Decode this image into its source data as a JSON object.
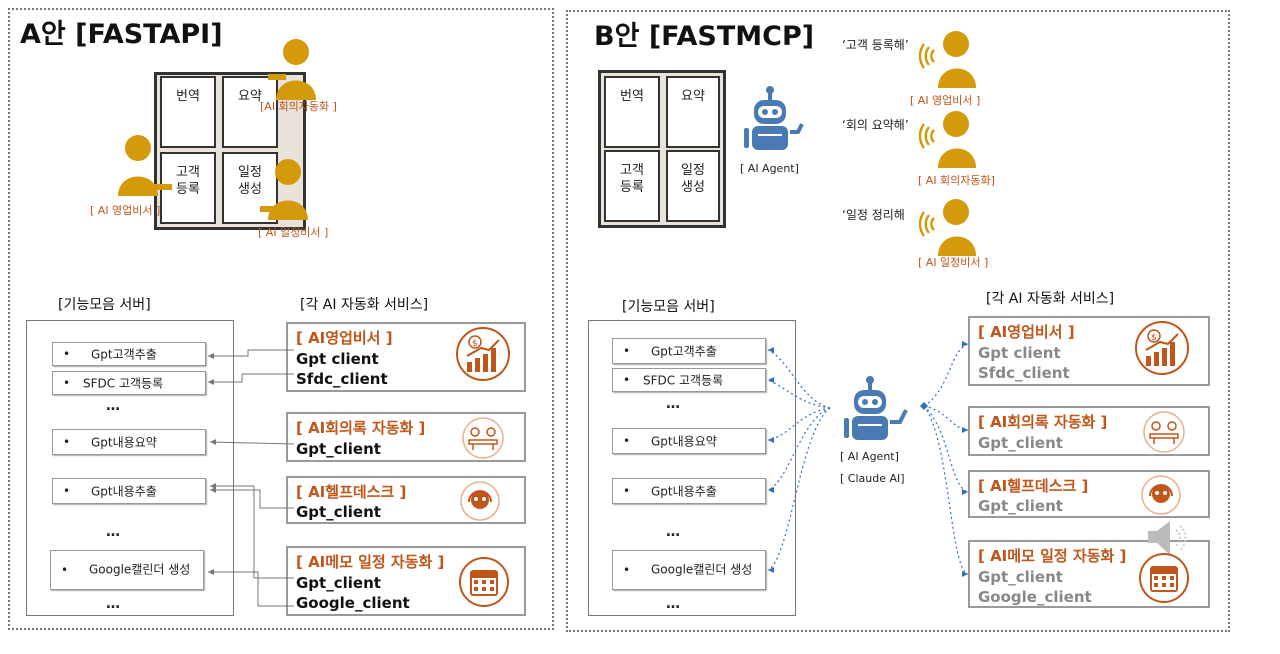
{
  "panelA": {
    "title": "A안 [FASTAPI]",
    "cabinet": {
      "cells": [
        "번역",
        "요약",
        "고객\n등록",
        "일정\n생성"
      ]
    },
    "people": [
      "[AI 회의자동화 ]",
      "[ AI 영업비서 ]",
      "[ AI 일정비서 ]"
    ],
    "server_title": "[기능모음 서버]",
    "services_title": "[각 AI 자동화 서비스]",
    "server_items": [
      "Gpt고객추출",
      "SFDC 고객등록",
      "Gpt내용요약",
      "Gpt내용추출",
      "Google캘린더 생성"
    ],
    "dots": "…",
    "services": [
      {
        "title": "[ AI영업비서 ]",
        "lines": [
          "Gpt client",
          "Sfdc_client"
        ],
        "icon": "growth-chart-icon"
      },
      {
        "title": "[ AI회의록 자동화 ]",
        "lines": [
          "Gpt_client"
        ],
        "icon": "meeting-icon"
      },
      {
        "title": "[ AI헬프데스크 ]",
        "lines": [
          "Gpt_client"
        ],
        "icon": "robot-support-icon"
      },
      {
        "title": "[ AI메모 일정 자동화 ]",
        "lines": [
          "Gpt_client",
          "Google_client"
        ],
        "icon": "calendar-icon"
      }
    ]
  },
  "panelB": {
    "title": "B안 [FASTMCP]",
    "cabinet": {
      "cells": [
        "번역",
        "요약",
        "고객\n등록",
        "일정\n생성"
      ]
    },
    "agent_label": "[ AI Agent]",
    "voice": [
      {
        "quote": "‘고객 등록해’",
        "label": "[ AI 영업비서 ]"
      },
      {
        "quote": "‘회의 요약해’",
        "label": "[ AI 회의자동화]"
      },
      {
        "quote": "‘일정 정리해",
        "label": "[ AI 일정비서 ]"
      }
    ],
    "server_title": "[기능모음 서버]",
    "services_title": "[각 AI 자동화 서비스]",
    "server_items": [
      "Gpt고객추출",
      "SFDC 고객등록",
      "Gpt내용요약",
      "Gpt내용추출",
      "Google캘린더 생성"
    ],
    "dots": "…",
    "claude_label1": "[ AI Agent]",
    "claude_label2": "[ Claude AI]",
    "services": [
      {
        "title": "[ AI영업비서 ]",
        "lines": [
          "Gpt client",
          "Sfdc_client"
        ],
        "icon": "growth-chart-icon"
      },
      {
        "title": "[ AI회의록 자동화 ]",
        "lines": [
          "Gpt_client"
        ],
        "icon": "meeting-icon"
      },
      {
        "title": "[ AI헬프데스크 ]",
        "lines": [
          "Gpt_client"
        ],
        "icon": "robot-support-icon"
      },
      {
        "title": "[ AI메모 일정 자동화 ]",
        "lines": [
          "Gpt_client",
          "Google_client"
        ],
        "icon": "calendar-icon"
      }
    ]
  },
  "colors": {
    "accent": "#c0561a",
    "person": "#d49a0c",
    "robot": "#4a7ab3",
    "link": "#2f6cc4"
  }
}
